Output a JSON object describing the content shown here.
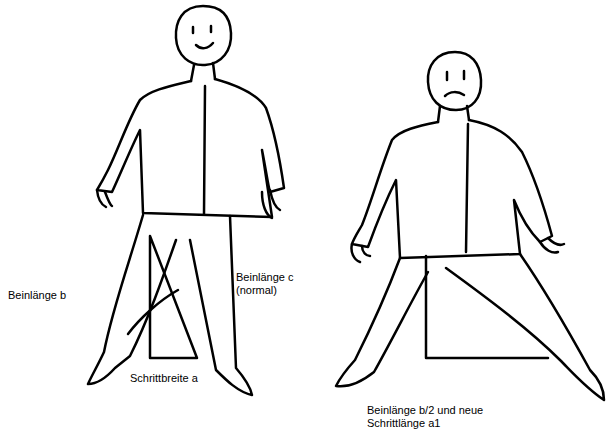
{
  "diagram": {
    "labels": [
      "Beinlänge b",
      "Beinlänge c (normal)",
      "Schrittbreite a",
      "Beinlänge b/2 und neue Schrittlänge a1"
    ]
  }
}
